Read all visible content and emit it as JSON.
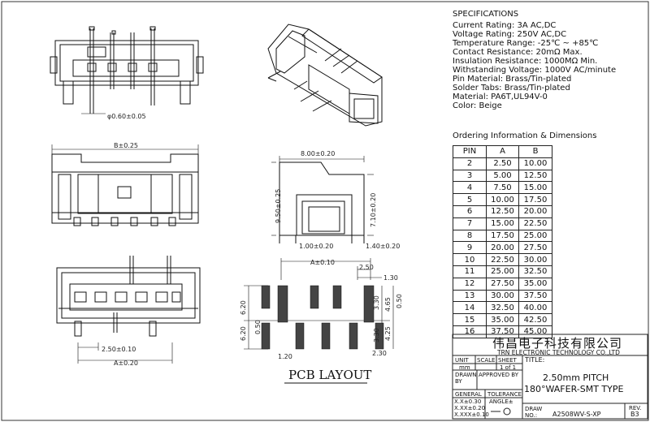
{
  "specifications": {
    "title": "SPECIFICATIONS",
    "lines": [
      "Current Rating: 3A AC,DC",
      "Voltage Rating: 250V AC,DC",
      "Temperature Range: -25℃ ~ +85℃",
      "Contact Resistance: 20mΩ Max.",
      "Insulation Resistance: 1000MΩ Min.",
      "Withstanding Voltage: 1000V AC/minute",
      "Pin Material: Brass/Tin-plated",
      "Solder Tabs: Brass/Tin-plated",
      "Material: PA6T,UL94V-0",
      "Color: Beige"
    ]
  },
  "ordering": {
    "title": "Ordering Information & Dimensions",
    "headers": [
      "PIN",
      "A",
      "B"
    ],
    "rows": [
      [
        "2",
        "2.50",
        "10.00"
      ],
      [
        "3",
        "5.00",
        "12.50"
      ],
      [
        "4",
        "7.50",
        "15.00"
      ],
      [
        "5",
        "10.00",
        "17.50"
      ],
      [
        "6",
        "12.50",
        "20.00"
      ],
      [
        "7",
        "15.00",
        "22.50"
      ],
      [
        "8",
        "17.50",
        "25.00"
      ],
      [
        "9",
        "20.00",
        "27.50"
      ],
      [
        "10",
        "22.50",
        "30.00"
      ],
      [
        "11",
        "25.00",
        "32.50"
      ],
      [
        "12",
        "27.50",
        "35.00"
      ],
      [
        "13",
        "30.00",
        "37.50"
      ],
      [
        "14",
        "32.50",
        "40.00"
      ],
      [
        "15",
        "35.00",
        "42.50"
      ],
      [
        "16",
        "37.50",
        "45.00"
      ]
    ]
  },
  "title_block": {
    "company_cn": "伟昌电子科技有限公司",
    "company_en": "TRN ELECTRONIC TECHNOLOGY CO.,LTD",
    "unit_label": "UNIT",
    "unit_value": "mm",
    "scale_label": "SCALE",
    "sheet_label": "SHEET",
    "sheet_value": "1 of 1",
    "title_label": "TITLE:",
    "drawn_by_label": "DRAWN BY",
    "approved_by_label": "APPROVED BY",
    "general_label": "GENERAL",
    "tolerance_label": "TOLERANCE",
    "angle_label": "ANGLE±",
    "tol_1": "X.X±0.30",
    "tol_2": "X.XX±0.20",
    "tol_3": "X.XXX±0.10",
    "desc_line1": "2.50mm PITCH",
    "desc_line2": "180°WAFER-SMT TYPE",
    "draw_no_label": "DRAW NO.:",
    "draw_no": "A2508WV-S-XP",
    "rev_label": "REV.",
    "rev_value": "B3"
  },
  "dimensions": {
    "pin_dia": "φ0.60±0.05",
    "b_width": "B±0.25",
    "side_width": "8.00±0.20",
    "side_height": "9.50±0.25",
    "side_height2": "7.10±0.20",
    "side_left": "1.00±0.20",
    "side_right": "1.40±0.20",
    "pitch": "2.50±0.10",
    "a_bottom": "A±0.20",
    "a_pcb": "A±0.10",
    "pcb_pitch": "2.50",
    "pcb_pad_w": "1.30",
    "pcb_620_top": "6.20",
    "pcb_620_bot": "6.20",
    "pcb_050_left": "0.50",
    "pcb_330_top": "3.30",
    "pcb_465": "4.65",
    "pcb_050_right": "0.50",
    "pcb_330_bot": "3.30",
    "pcb_425": "4.25",
    "pcb_120": "1.20",
    "pcb_230": "2.30"
  },
  "pcb_layout_label": "PCB LAYOUT"
}
